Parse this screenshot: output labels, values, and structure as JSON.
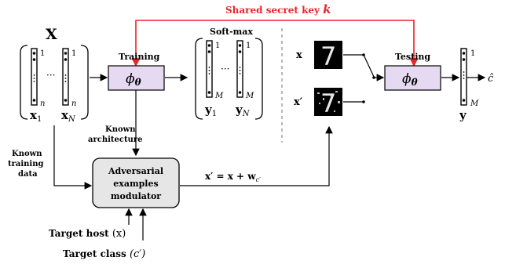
{
  "shared_key": {
    "text": "Shared secret key ",
    "k": "k",
    "color": "#e8262d"
  },
  "training": {
    "X_label": "X",
    "matrix_sub_top": "1",
    "matrix_sub_bottom": "n",
    "dots": "···",
    "x1": "x",
    "x1_sub": "1",
    "xN": "x",
    "xN_sub": "N",
    "title": "Training",
    "phi": "ϕ",
    "theta": "θ"
  },
  "softmax": {
    "title": "Soft-max",
    "top": "1",
    "bottom": "M",
    "y1": "y",
    "y1_sub": "1",
    "yN": "y",
    "yN_sub": "N"
  },
  "known_architecture": {
    "line1": "Known",
    "line2": "architecture"
  },
  "known_training": {
    "line1": "Known",
    "line2": "training",
    "line3": "data"
  },
  "modulator": {
    "line1": "Adversarial",
    "line2": "examples",
    "line3": "modulator",
    "fill": "#e6e6e6"
  },
  "modulator_output": {
    "left": "x′ = x + w",
    "sub": "c′"
  },
  "target_host": {
    "text": "Target host ",
    "arg": "(x)"
  },
  "target_class": {
    "text": "Target class ",
    "arg": "(c′)"
  },
  "testing": {
    "title": "Testing",
    "x_label": "x",
    "xprime_label": "x′",
    "digit": "7",
    "top": "1",
    "bottom": "M",
    "y_label": "y",
    "c_hat": "ĉ"
  },
  "colors": {
    "phi_fill": "#e6d9f2",
    "key_red": "#e8262d"
  }
}
